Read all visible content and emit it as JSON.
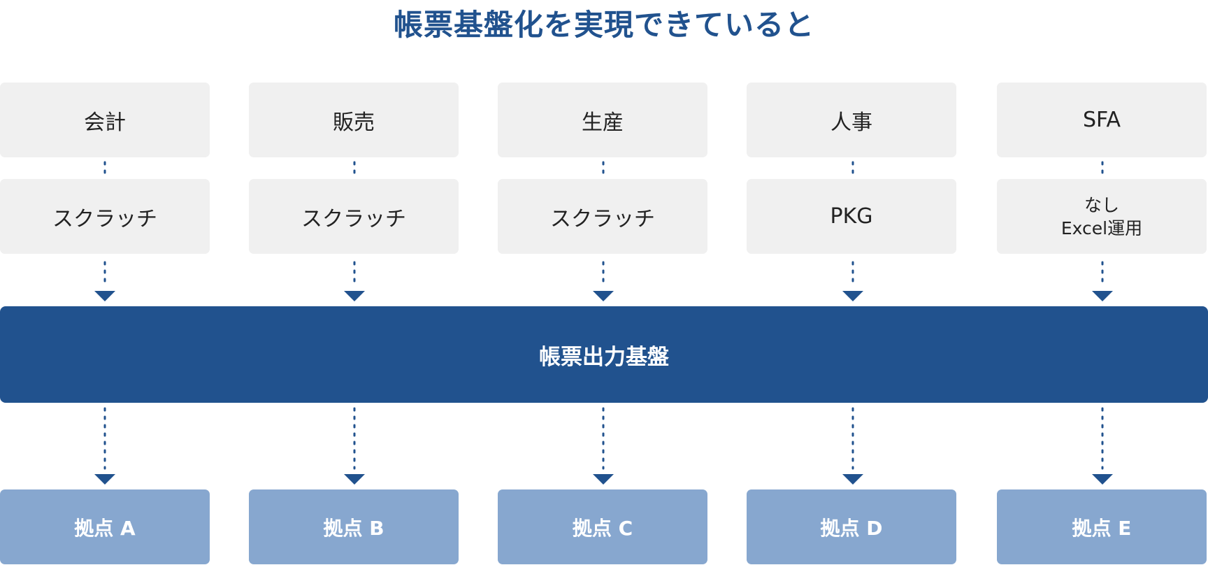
{
  "title": "帳票基盤化を実現できていると",
  "columns": [
    {
      "system": "会計",
      "build": "スクラッチ",
      "site": "拠点 A"
    },
    {
      "system": "販売",
      "build": "スクラッチ",
      "site": "拠点 B"
    },
    {
      "system": "生産",
      "build": "スクラッチ",
      "site": "拠点 C"
    },
    {
      "system": "人事",
      "build": "PKG",
      "site": "拠点 D"
    },
    {
      "system": "SFA",
      "build": "なし\nExcel運用",
      "site": "拠点 E"
    }
  ],
  "platform": "帳票出力基盤",
  "colors": {
    "title": "#21528e",
    "platform": "#21528e",
    "site_box": "#87a7cf",
    "gray_box": "#f0f0f0",
    "connector": "#21528e"
  }
}
